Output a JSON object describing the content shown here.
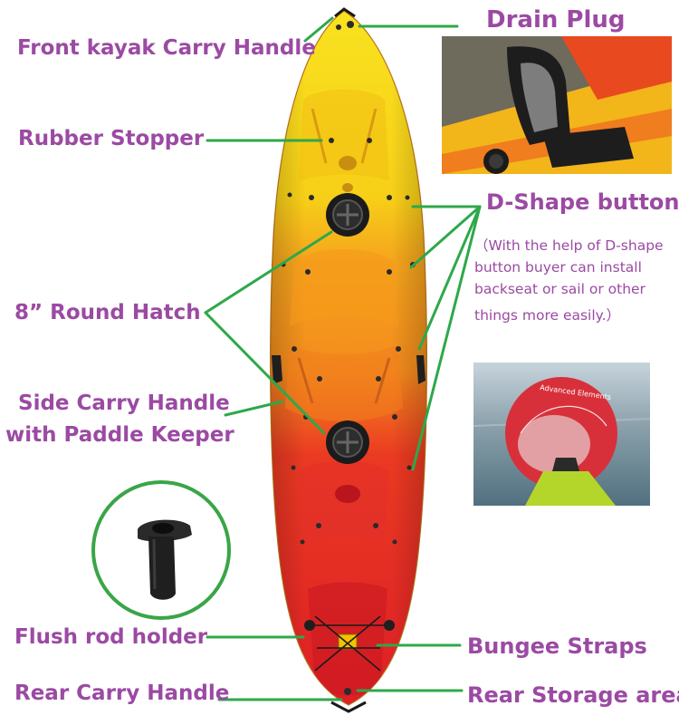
{
  "labels": {
    "drain_plug": "Drain Plug",
    "front_carry_handle": "Front kayak Carry Handle",
    "rubber_stopper": "Rubber Stopper",
    "d_shape_button": "D-Shape button",
    "d_shape_note": [
      "（With the help of D-shape",
      "button buyer can install",
      "backseat or sail or other",
      "things more easily.）"
    ],
    "round_hatch": "8” Round Hatch",
    "side_carry_handle": [
      "Side Carry Handle",
      "with Paddle Keeper"
    ],
    "flush_rod_holder": "Flush rod holder",
    "bungee_straps": "Bungee Straps",
    "rear_carry_handle": "Rear Carry Handle",
    "rear_storage_area": "Rear Storage area"
  },
  "sail_brand_text": "Advanced Elements",
  "colors": {
    "label_text": "#9b4aa3",
    "leader_line": "#2ea84a",
    "kayak_yellow": "#f7d31a",
    "kayak_orange": "#f39a1e",
    "kayak_red": "#e8262a",
    "hatch_black": "#1b1b1b",
    "inset_circle_border": "#3aa548",
    "sail_red": "#d8303a",
    "sea_blue": "#6f8794"
  }
}
